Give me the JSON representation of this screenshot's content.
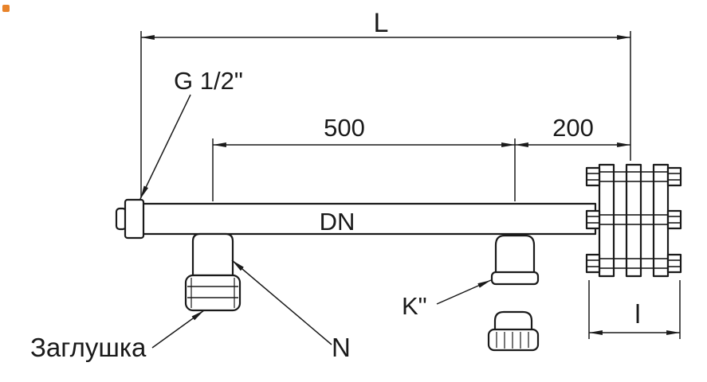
{
  "drawing": {
    "dimensions": {
      "total_length": "L",
      "branch_spacing": "500",
      "end_offset": "200",
      "flange_width": "l"
    },
    "labels": {
      "left_thread": "G 1/2\"",
      "pipe_diameter": "DN",
      "branch_thread": "K\"",
      "plug": "Заглушка",
      "branch_label": "N"
    },
    "colors": {
      "line": "#1a1a1a",
      "background": "#ffffff",
      "corner_marker": "#e8832a"
    }
  }
}
